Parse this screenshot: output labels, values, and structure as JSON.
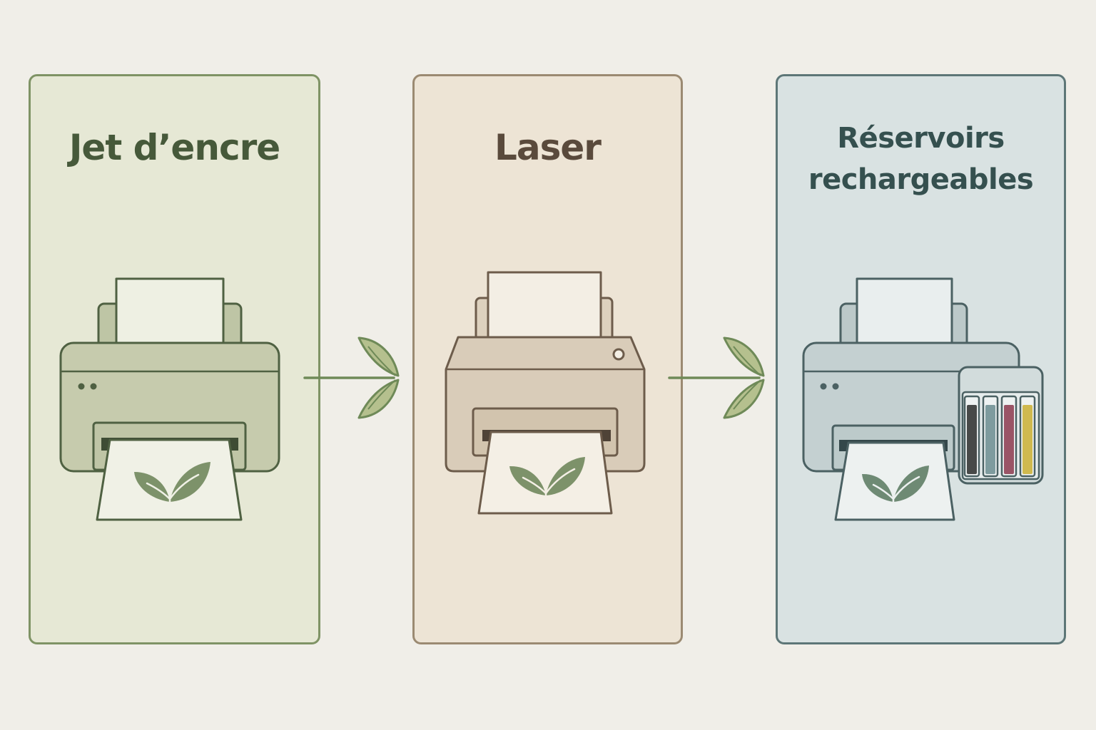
{
  "colors": {
    "background": "#f0eee8",
    "leaf_green": "#7d926a",
    "connector_green": "#6f8a58"
  },
  "panels": [
    {
      "id": "inkjet",
      "title": "Jet d’encre",
      "title_lines": [
        "Jet d’encre"
      ],
      "fill": "#e6e8d5",
      "border": "#7f9365",
      "title_color": "#46593a",
      "icon": "inkjet-printer-icon"
    },
    {
      "id": "laser",
      "title": "Laser",
      "title_lines": [
        "Laser"
      ],
      "fill": "#ede4d5",
      "border": "#9b8a72",
      "title_color": "#5a4a3c",
      "icon": "laser-printer-icon"
    },
    {
      "id": "tank",
      "title": "Réservoirs rechargeables",
      "title_lines": [
        "Réservoirs",
        "rechargeables"
      ],
      "fill": "#d9e2e2",
      "border": "#5d7677",
      "title_color": "#35504f",
      "icon": "ink-tank-printer-icon",
      "tank_colors": [
        "#474948",
        "#7e9b9e",
        "#9a5466",
        "#cfb94f"
      ]
    }
  ],
  "connectors": [
    {
      "from": "inkjet",
      "to": "laser",
      "icon": "leaf-arrow-icon"
    },
    {
      "from": "laser",
      "to": "tank",
      "icon": "leaf-arrow-icon"
    }
  ]
}
